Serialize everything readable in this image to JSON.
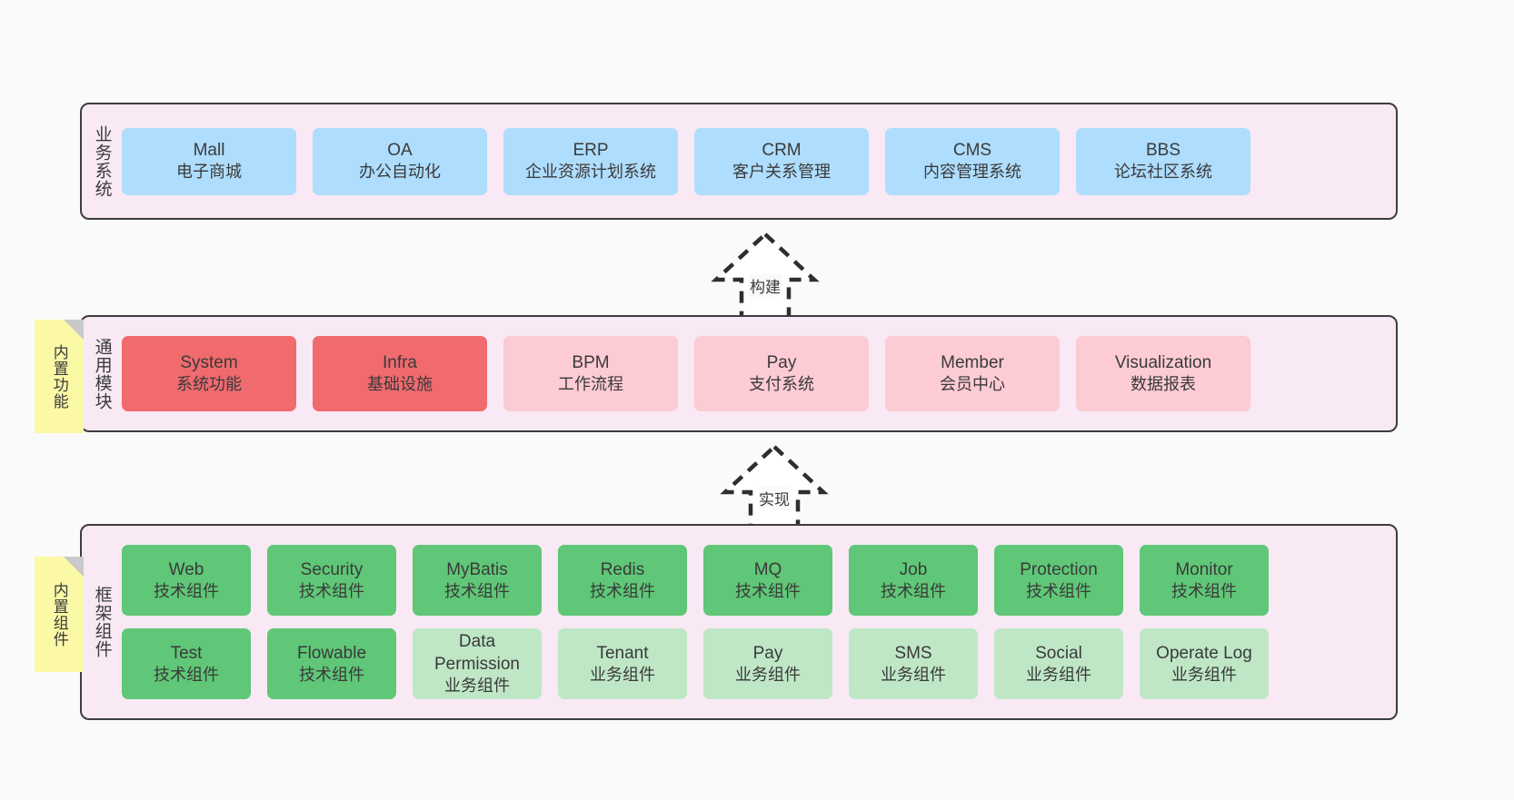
{
  "theme": {
    "panel_bg": "#f8e9f4",
    "panel_border": "#3d3d3d",
    "business_card": "#aeddfd",
    "module_core": "#f06a6e",
    "module_light": "#fccbd3",
    "component_tech": "#5fc777",
    "component_biz": "#bfe7c6",
    "note_bg": "#fbf8a6",
    "note_fold": "#c9c9c9",
    "canvas_bg": "#fafafa"
  },
  "layers": [
    {
      "id": "business",
      "title": "业务系统",
      "rows": [
        {
          "cards": [
            {
              "en": "Mall",
              "cn": "电子商城"
            },
            {
              "en": "OA",
              "cn": "办公自动化"
            },
            {
              "en": "ERP",
              "cn": "企业资源计划系统"
            },
            {
              "en": "CRM",
              "cn": "客户关系管理"
            },
            {
              "en": "CMS",
              "cn": "内容管理系统"
            },
            {
              "en": "BBS",
              "cn": "论坛社区系统"
            }
          ]
        }
      ]
    },
    {
      "id": "common",
      "title": "通用模块",
      "rows": [
        {
          "cards": [
            {
              "en": "System",
              "cn": "系统功能",
              "tone": "core"
            },
            {
              "en": "Infra",
              "cn": "基础设施",
              "tone": "core"
            },
            {
              "en": "BPM",
              "cn": "工作流程",
              "tone": "light"
            },
            {
              "en": "Pay",
              "cn": "支付系统",
              "tone": "light"
            },
            {
              "en": "Member",
              "cn": "会员中心",
              "tone": "light"
            },
            {
              "en": "Visualization",
              "cn": "数据报表",
              "tone": "light"
            }
          ]
        }
      ]
    },
    {
      "id": "framework",
      "title": "框架组件",
      "rows": [
        {
          "cards": [
            {
              "en": "Web",
              "cn": "技术组件",
              "tone": "tech"
            },
            {
              "en": "Security",
              "cn": "技术组件",
              "tone": "tech"
            },
            {
              "en": "MyBatis",
              "cn": "技术组件",
              "tone": "tech"
            },
            {
              "en": "Redis",
              "cn": "技术组件",
              "tone": "tech"
            },
            {
              "en": "MQ",
              "cn": "技术组件",
              "tone": "tech"
            },
            {
              "en": "Job",
              "cn": "技术组件",
              "tone": "tech"
            },
            {
              "en": "Protection",
              "cn": "技术组件",
              "tone": "tech"
            },
            {
              "en": "Monitor",
              "cn": "技术组件",
              "tone": "tech"
            }
          ]
        },
        {
          "cards": [
            {
              "en": "Test",
              "cn": "技术组件",
              "tone": "tech"
            },
            {
              "en": "Flowable",
              "cn": "技术组件",
              "tone": "tech"
            },
            {
              "en": "Data Permission",
              "cn": "业务组件",
              "tone": "biz",
              "wrap": true
            },
            {
              "en": "Tenant",
              "cn": "业务组件",
              "tone": "biz"
            },
            {
              "en": "Pay",
              "cn": "业务组件",
              "tone": "biz"
            },
            {
              "en": "SMS",
              "cn": "业务组件",
              "tone": "biz"
            },
            {
              "en": "Social",
              "cn": "业务组件",
              "tone": "biz"
            },
            {
              "en": "Operate Log",
              "cn": "业务组件",
              "tone": "biz"
            }
          ]
        }
      ]
    }
  ],
  "notes": [
    {
      "id": "note-function",
      "label": "内置功能"
    },
    {
      "id": "note-component",
      "label": "内置组件"
    }
  ],
  "arrows": [
    {
      "id": "arrow-build",
      "label": "构建",
      "style": "dashed-hollow-up",
      "from": "通用模块",
      "to": "业务系统"
    },
    {
      "id": "arrow-impl",
      "label": "实现",
      "style": "dashed-hollow-up",
      "from": "框架组件",
      "to": "通用模块"
    }
  ]
}
